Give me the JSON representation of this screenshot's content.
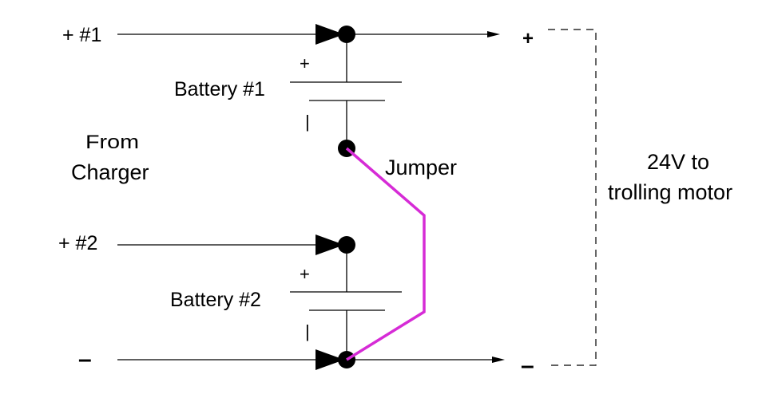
{
  "labels": {
    "input1": "+ #1",
    "input2": "+ #2",
    "input_negative": "–",
    "battery1": "Battery #1",
    "battery2": "Battery #2",
    "battery1_pos": "+",
    "battery1_neg": "|",
    "battery2_pos": "+",
    "battery2_neg": "|",
    "from": "From",
    "charger": "Charger",
    "jumper": "Jumper",
    "output_pos": "+",
    "output_neg": "–",
    "output_line1": "24V to",
    "output_line2": "trolling motor"
  },
  "colors": {
    "wire": "#000000",
    "jumper": "#d62bd6",
    "background": "#ffffff"
  }
}
